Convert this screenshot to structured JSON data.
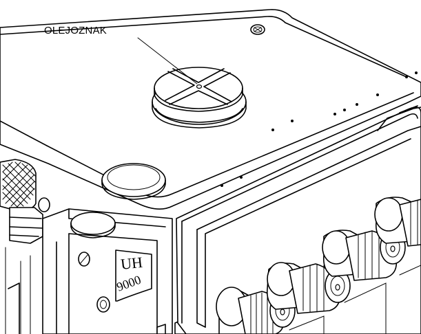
{
  "labels": {
    "oil_indicator": "OLEJOZNAK"
  },
  "nameplate": {
    "logo": "UH",
    "model": "9000"
  },
  "colors": {
    "line": "#000000",
    "background": "#ffffff"
  }
}
